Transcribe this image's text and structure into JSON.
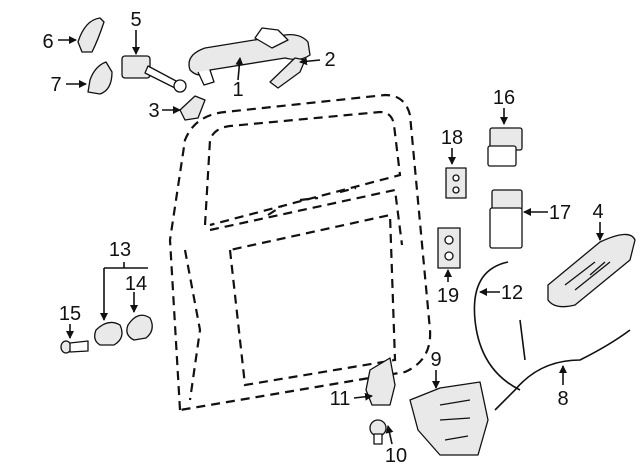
{
  "colors": {
    "ink": "#111111",
    "background": "#ffffff",
    "part_shade": "#e9e9e9"
  },
  "callouts": [
    {
      "id": "c1",
      "label": "1"
    },
    {
      "id": "c2",
      "label": "2"
    },
    {
      "id": "c3",
      "label": "3"
    },
    {
      "id": "c4",
      "label": "4"
    },
    {
      "id": "c5",
      "label": "5"
    },
    {
      "id": "c6",
      "label": "6"
    },
    {
      "id": "c7",
      "label": "7"
    },
    {
      "id": "c8",
      "label": "8"
    },
    {
      "id": "c9",
      "label": "9"
    },
    {
      "id": "c10",
      "label": "10"
    },
    {
      "id": "c11",
      "label": "11"
    },
    {
      "id": "c12",
      "label": "12"
    },
    {
      "id": "c13",
      "label": "13"
    },
    {
      "id": "c14",
      "label": "14"
    },
    {
      "id": "c15",
      "label": "15"
    },
    {
      "id": "c16",
      "label": "16"
    },
    {
      "id": "c17",
      "label": "17"
    },
    {
      "id": "c18",
      "label": "18"
    },
    {
      "id": "c19",
      "label": "19"
    }
  ]
}
